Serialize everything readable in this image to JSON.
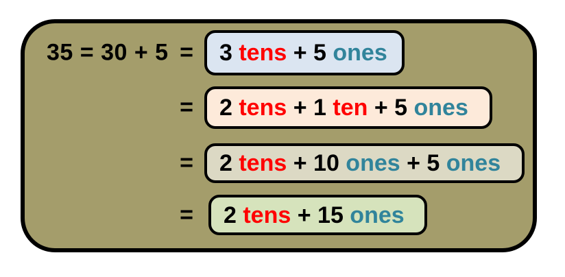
{
  "colors": {
    "canvas_bg": "#ffffff",
    "panel_bg": "#a49d6b",
    "panel_border": "#000000",
    "box_border": "#000000",
    "black": "#000000",
    "red": "#ff0000",
    "teal": "#31849b"
  },
  "lead_equation": "35 = 30 + 5",
  "equals_sign": "=",
  "rows": [
    {
      "fill": "#dbe5f1",
      "segments": [
        {
          "text": "3 ",
          "color": "black"
        },
        {
          "text": "tens",
          "color": "red"
        },
        {
          "text": " + 5 ",
          "color": "black"
        },
        {
          "text": "ones",
          "color": "teal"
        }
      ]
    },
    {
      "fill": "#fdeada",
      "segments": [
        {
          "text": "2 ",
          "color": "black"
        },
        {
          "text": "tens",
          "color": "red"
        },
        {
          "text": " + 1 ",
          "color": "black"
        },
        {
          "text": "ten",
          "color": "red"
        },
        {
          "text": " + 5 ",
          "color": "black"
        },
        {
          "text": "ones",
          "color": "teal"
        }
      ]
    },
    {
      "fill": "#dcd9c4",
      "segments": [
        {
          "text": "2 ",
          "color": "black"
        },
        {
          "text": "tens",
          "color": "red"
        },
        {
          "text": " + 10 ",
          "color": "black"
        },
        {
          "text": "ones",
          "color": "teal"
        },
        {
          "text": " + 5 ",
          "color": "black"
        },
        {
          "text": "ones",
          "color": "teal"
        }
      ]
    },
    {
      "fill": "#d6e3bc",
      "segments": [
        {
          "text": "2 ",
          "color": "black"
        },
        {
          "text": "tens",
          "color": "red"
        },
        {
          "text": " + 15 ",
          "color": "black"
        },
        {
          "text": "ones",
          "color": "teal"
        }
      ]
    }
  ]
}
